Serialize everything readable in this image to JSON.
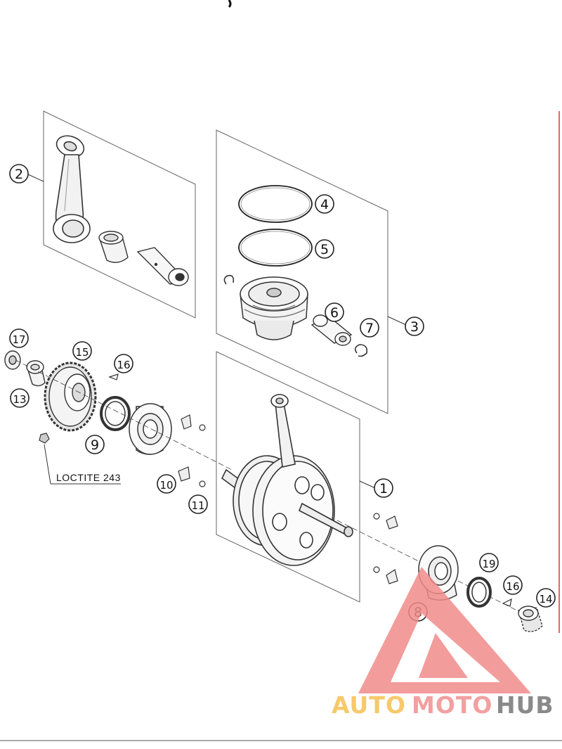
{
  "diagram": {
    "callouts": [
      {
        "id": "c1",
        "label": "1"
      },
      {
        "id": "c2",
        "label": "2"
      },
      {
        "id": "c3",
        "label": "3"
      },
      {
        "id": "c4",
        "label": "4"
      },
      {
        "id": "c5",
        "label": "5"
      },
      {
        "id": "c6",
        "label": "6"
      },
      {
        "id": "c7",
        "label": "7"
      },
      {
        "id": "c8",
        "label": "8"
      },
      {
        "id": "c9",
        "label": "9"
      },
      {
        "id": "c10",
        "label": "10"
      },
      {
        "id": "c11",
        "label": "11"
      },
      {
        "id": "c13",
        "label": "13"
      },
      {
        "id": "c14",
        "label": "14"
      },
      {
        "id": "c15",
        "label": "15"
      },
      {
        "id": "c16a",
        "label": "16"
      },
      {
        "id": "c16b",
        "label": "16"
      },
      {
        "id": "c17",
        "label": "17"
      },
      {
        "id": "c19",
        "label": "19"
      }
    ],
    "note": "LOCTITE 243"
  },
  "watermark": {
    "part1": "AUTO",
    "part2": "MOTO",
    "part3": "HUB",
    "colors": {
      "triangle": "#f08b8b",
      "auto": "#f7c96b",
      "moto": "#f2a0a0",
      "hub": "#8a8a8a"
    }
  }
}
